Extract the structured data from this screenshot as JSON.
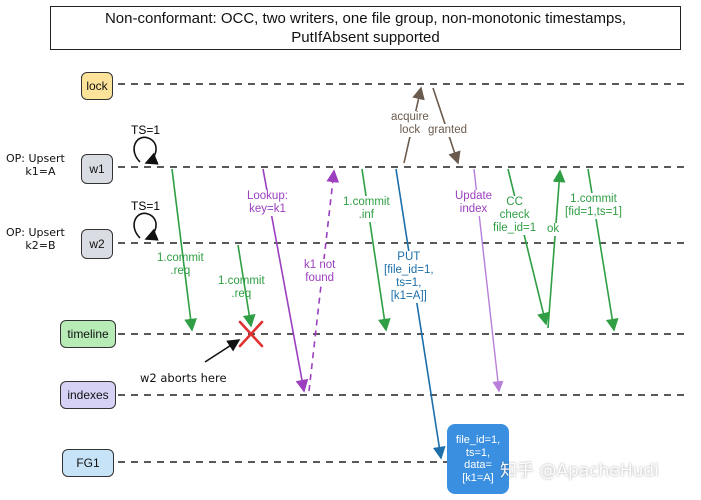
{
  "title": {
    "line1": "Non-conformant: OCC, two writers, one file group, non-monotonic timestamps,",
    "line2": "PutIfAbsent supported"
  },
  "lanes": {
    "lock": "lock",
    "w1": "w1",
    "w2": "w2",
    "timeline": "timeline",
    "indexes": "indexes",
    "fg1": "FG1"
  },
  "colors": {
    "lock": "#fde39a",
    "writer": "#d9dde3",
    "timeline": "#b7ecb7",
    "indexes": "#d6d2f5",
    "fg1": "#c7e3f7",
    "green": "#2f9e44",
    "purple": "#9b3fbf",
    "blue": "#1c6fa8",
    "brown": "#6b5b4e",
    "red": "#e03131"
  },
  "writers": {
    "w1_ts": "TS=1",
    "w1_op_line1": "OP: Upsert",
    "w1_op_line2": "k1=A",
    "w2_ts": "TS=1",
    "w2_op_line1": "OP: Upsert",
    "w2_op_line2": "k2=B"
  },
  "messages": {
    "w2_commit_req": [
      "1.commit",
      ".req"
    ],
    "w1_commit_req": [
      "1.commit",
      ".req"
    ],
    "lookup": [
      "Lookup:",
      "key=k1"
    ],
    "not_found": [
      "k1 not",
      "found"
    ],
    "commit_inf": [
      "1.commit",
      ".inf"
    ],
    "put": [
      "PUT",
      "[file_id=1,",
      "ts=1,",
      "[k1=A]]"
    ],
    "acquire_lock": [
      "acquire",
      "lock"
    ],
    "granted": "granted",
    "update_index": [
      "Update",
      "index"
    ],
    "cc_check": [
      "CC",
      "check",
      "file_id=1"
    ],
    "ok": "ok",
    "commit_final": [
      "1.commit",
      "[fid=1,ts=1]"
    ]
  },
  "abort_note": "w2 aborts here",
  "fg1_content": [
    "file_id=1,",
    "ts=1,",
    "data=",
    "[k1=A]"
  ],
  "watermark": "知乎 @ApacheHudi"
}
